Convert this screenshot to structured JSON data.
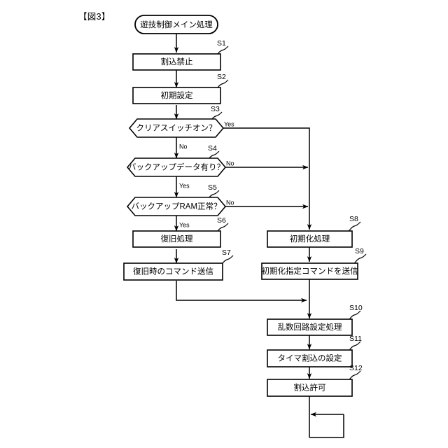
{
  "figure": {
    "title": "【図3】",
    "kind": "flowchart",
    "language": "ja"
  },
  "start_node": {
    "name": "start-terminator",
    "label": "遊技制御メイン処理",
    "shape": "stadium"
  },
  "nodes": [
    {
      "id": "S1",
      "label": "割込禁止",
      "shape": "process",
      "column": "left"
    },
    {
      "id": "S2",
      "label": "初期設定",
      "shape": "process",
      "column": "left"
    },
    {
      "id": "S3",
      "label": "クリアスイッチオン？",
      "shape": "decision",
      "column": "left"
    },
    {
      "id": "S4",
      "label": "バックアップデータ有り？",
      "shape": "decision",
      "column": "left"
    },
    {
      "id": "S5",
      "label": "バックアップRAM正常？",
      "shape": "decision",
      "column": "left"
    },
    {
      "id": "S6",
      "label": "復旧処理",
      "shape": "process",
      "column": "left"
    },
    {
      "id": "S7",
      "label": "復旧時のコマンド送信",
      "shape": "process",
      "column": "left"
    },
    {
      "id": "S8",
      "label": "初期化処理",
      "shape": "process",
      "column": "right"
    },
    {
      "id": "S9",
      "label": "初期化指定コマンドを送信",
      "shape": "process",
      "column": "right"
    },
    {
      "id": "S10",
      "label": "乱数回路設定処理",
      "shape": "process",
      "column": "right"
    },
    {
      "id": "S11",
      "label": "タイマ割込の設定",
      "shape": "process",
      "column": "right"
    },
    {
      "id": "S12",
      "label": "割込許可",
      "shape": "process",
      "column": "right"
    }
  ],
  "step_labels": {
    "s1": "S1",
    "s2": "S2",
    "s3": "S3",
    "s4": "S4",
    "s5": "S5",
    "s6": "S6",
    "s7": "S7",
    "s8": "S8",
    "s9": "S9",
    "s10": "S10",
    "s11": "S11",
    "s12": "S12"
  },
  "node_text": {
    "s1": "割込禁止",
    "s2": "初期設定",
    "s3": "クリアスイッチオン？",
    "s4": "バックアップデータ有り？",
    "s5": "バックアップRAM正常？",
    "s6": "復旧処理",
    "s7": "復旧時のコマンド送信",
    "s8": "初期化処理",
    "s9": "初期化指定コマンドを送信",
    "s10": "乱数回路設定処理",
    "s11": "タイマ割込の設定",
    "s12": "割込許可"
  },
  "branches": {
    "s3_yes": "Yes",
    "s3_no": "No",
    "s4_no": "No",
    "s4_yes": "Yes",
    "s5_no": "No",
    "s5_yes": "Yes"
  },
  "edges": [
    {
      "from": "start",
      "to": "S1",
      "label": ""
    },
    {
      "from": "S1",
      "to": "S2",
      "label": ""
    },
    {
      "from": "S2",
      "to": "S3",
      "label": ""
    },
    {
      "from": "S3",
      "to": "S8",
      "label": "Yes",
      "route": "right-down"
    },
    {
      "from": "S3",
      "to": "S4",
      "label": "No",
      "route": "down"
    },
    {
      "from": "S4",
      "to": "S8",
      "label": "No",
      "route": "right-merge"
    },
    {
      "from": "S4",
      "to": "S5",
      "label": "Yes",
      "route": "down"
    },
    {
      "from": "S5",
      "to": "S8",
      "label": "No",
      "route": "right-merge"
    },
    {
      "from": "S5",
      "to": "S6",
      "label": "Yes",
      "route": "down"
    },
    {
      "from": "S6",
      "to": "S7",
      "label": ""
    },
    {
      "from": "S7",
      "to": "S10",
      "label": "",
      "route": "down-right-merge"
    },
    {
      "from": "S8",
      "to": "S9",
      "label": ""
    },
    {
      "from": "S9",
      "to": "S10",
      "label": ""
    },
    {
      "from": "S10",
      "to": "S11",
      "label": ""
    },
    {
      "from": "S11",
      "to": "S12",
      "label": ""
    },
    {
      "from": "S12",
      "to": "S12",
      "label": "",
      "route": "loop-back"
    }
  ],
  "colors": {
    "stroke": "#000000",
    "fill": "#ffffff",
    "background": "#ffffff"
  }
}
